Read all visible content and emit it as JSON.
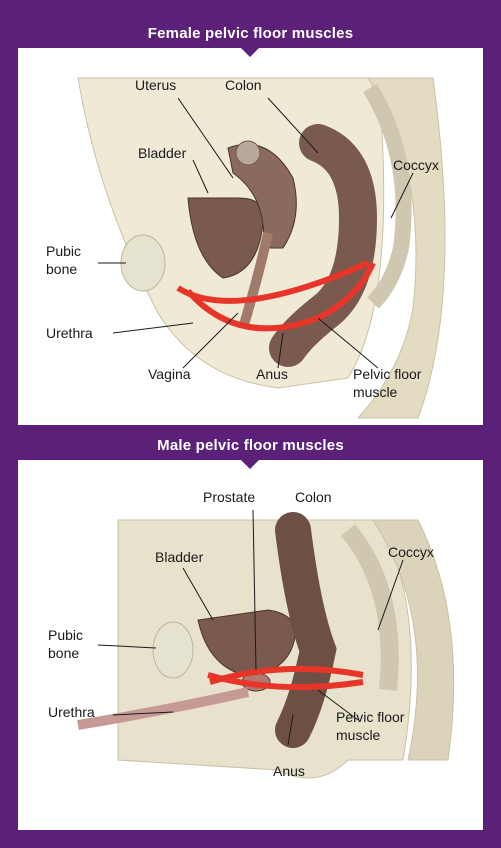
{
  "female": {
    "title": "Female pelvic floor muscles",
    "labels": {
      "uterus": "Uterus",
      "colon": "Colon",
      "bladder": "Bladder",
      "coccyx": "Coccyx",
      "pubic_bone_line1": "Pubic",
      "pubic_bone_line2": "bone",
      "urethra": "Urethra",
      "vagina": "Vagina",
      "anus": "Anus",
      "pelvic_floor_line1": "Pelvic floor",
      "pelvic_floor_line2": "muscle"
    }
  },
  "male": {
    "title": "Male pelvic floor muscles",
    "labels": {
      "prostate": "Prostate",
      "colon": "Colon",
      "bladder": "Bladder",
      "coccyx": "Coccyx",
      "pubic_bone_line1": "Pubic",
      "pubic_bone_line2": "bone",
      "urethra": "Urethra",
      "anus": "Anus",
      "pelvic_floor_line1": "Pelvic floor",
      "pelvic_floor_line2": "muscle"
    }
  },
  "colors": {
    "frame": "#5b2178",
    "muscle": "#e8352a",
    "tissue": "#d8d2b8",
    "organ": "#7a5a4e"
  }
}
